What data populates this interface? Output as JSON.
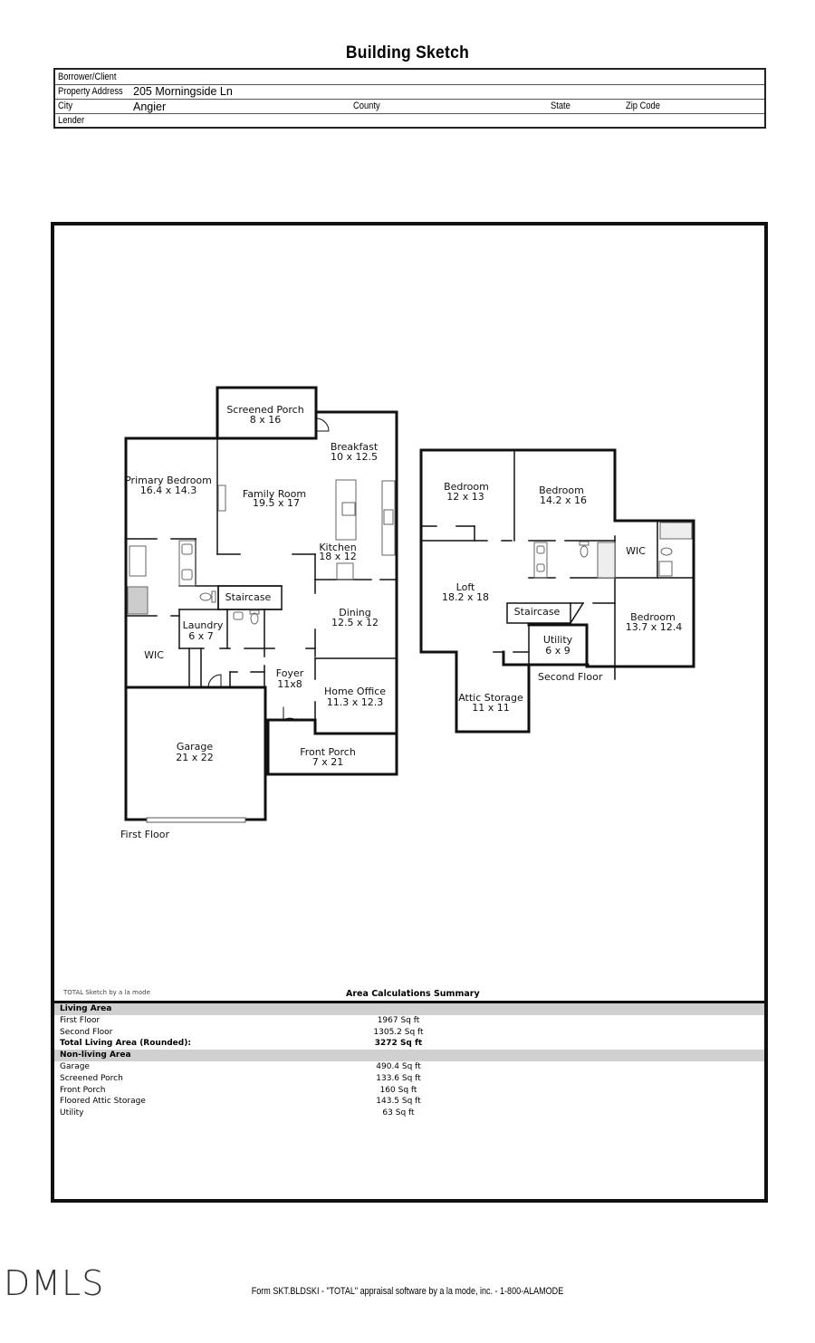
{
  "title": "Building Sketch",
  "header": {
    "borrower_label": "Borrower/Client",
    "borrower_value": "",
    "address_label": "Property Address",
    "address_value": "205 Morningside Ln",
    "city_label": "City",
    "city_value": "Angier",
    "county_label": "County",
    "state_label": "State",
    "zip_label": "Zip Code",
    "lender_label": "Lender"
  },
  "first_floor": {
    "label": "First Floor",
    "rooms": [
      {
        "name": "Screened Porch",
        "dims": "8 x 16"
      },
      {
        "name": "Breakfast",
        "dims": "10 x 12.5"
      },
      {
        "name": "Primary Bedroom",
        "dims": "16.4 x 14.3"
      },
      {
        "name": "Family Room",
        "dims": "19.5 x 17"
      },
      {
        "name": "Kitchen",
        "dims": "18 x 12"
      },
      {
        "name": "Staircase",
        "dims": ""
      },
      {
        "name": "Dining",
        "dims": "12.5 x 12"
      },
      {
        "name": "Laundry",
        "dims": "6 x 7"
      },
      {
        "name": "WIC",
        "dims": ""
      },
      {
        "name": "Foyer",
        "dims": "11x8"
      },
      {
        "name": "Home Office",
        "dims": "11.3 x 12.3"
      },
      {
        "name": "Garage",
        "dims": "21 x 22"
      },
      {
        "name": "Front Porch",
        "dims": "7 x 21"
      }
    ]
  },
  "second_floor": {
    "label": "Second Floor",
    "rooms": [
      {
        "name": "Bedroom",
        "dims": "12 x 13"
      },
      {
        "name": "Bedroom",
        "dims": "14.2 x 16"
      },
      {
        "name": "WIC",
        "dims": ""
      },
      {
        "name": "Loft",
        "dims": "18.2 x 18"
      },
      {
        "name": "Staircase",
        "dims": ""
      },
      {
        "name": "Bedroom",
        "dims": "13.7 x 12.4"
      },
      {
        "name": "Utility",
        "dims": "6 x 9"
      },
      {
        "name": "Attic Storage",
        "dims": "11 x 11"
      }
    ]
  },
  "summary": {
    "credit": "TOTAL Sketch by a la mode",
    "title": "Area Calculations Summary",
    "rows": [
      {
        "label": "Living Area",
        "value": "",
        "type": "head"
      },
      {
        "label": "First Floor",
        "value": "1967 Sq ft",
        "type": "normal"
      },
      {
        "label": "Second Floor",
        "value": "1305.2 Sq ft",
        "type": "normal"
      },
      {
        "label": "Total Living Area (Rounded):",
        "value": "3272 Sq ft",
        "type": "bold"
      },
      {
        "label": "Non-living Area",
        "value": "",
        "type": "head"
      },
      {
        "label": "Garage",
        "value": "490.4 Sq ft",
        "type": "normal"
      },
      {
        "label": "Screened Porch",
        "value": "133.6 Sq ft",
        "type": "normal"
      },
      {
        "label": "Front Porch",
        "value": "160 Sq ft",
        "type": "normal"
      },
      {
        "label": "Floored Attic Storage",
        "value": "143.5 Sq ft",
        "type": "normal"
      },
      {
        "label": "Utility",
        "value": "63 Sq ft",
        "type": "normal"
      }
    ]
  },
  "watermark": "DMLS",
  "footer": "Form SKT.BLDSKI - \"TOTAL\" appraisal software by a la mode, inc. - 1-800-ALAMODE"
}
